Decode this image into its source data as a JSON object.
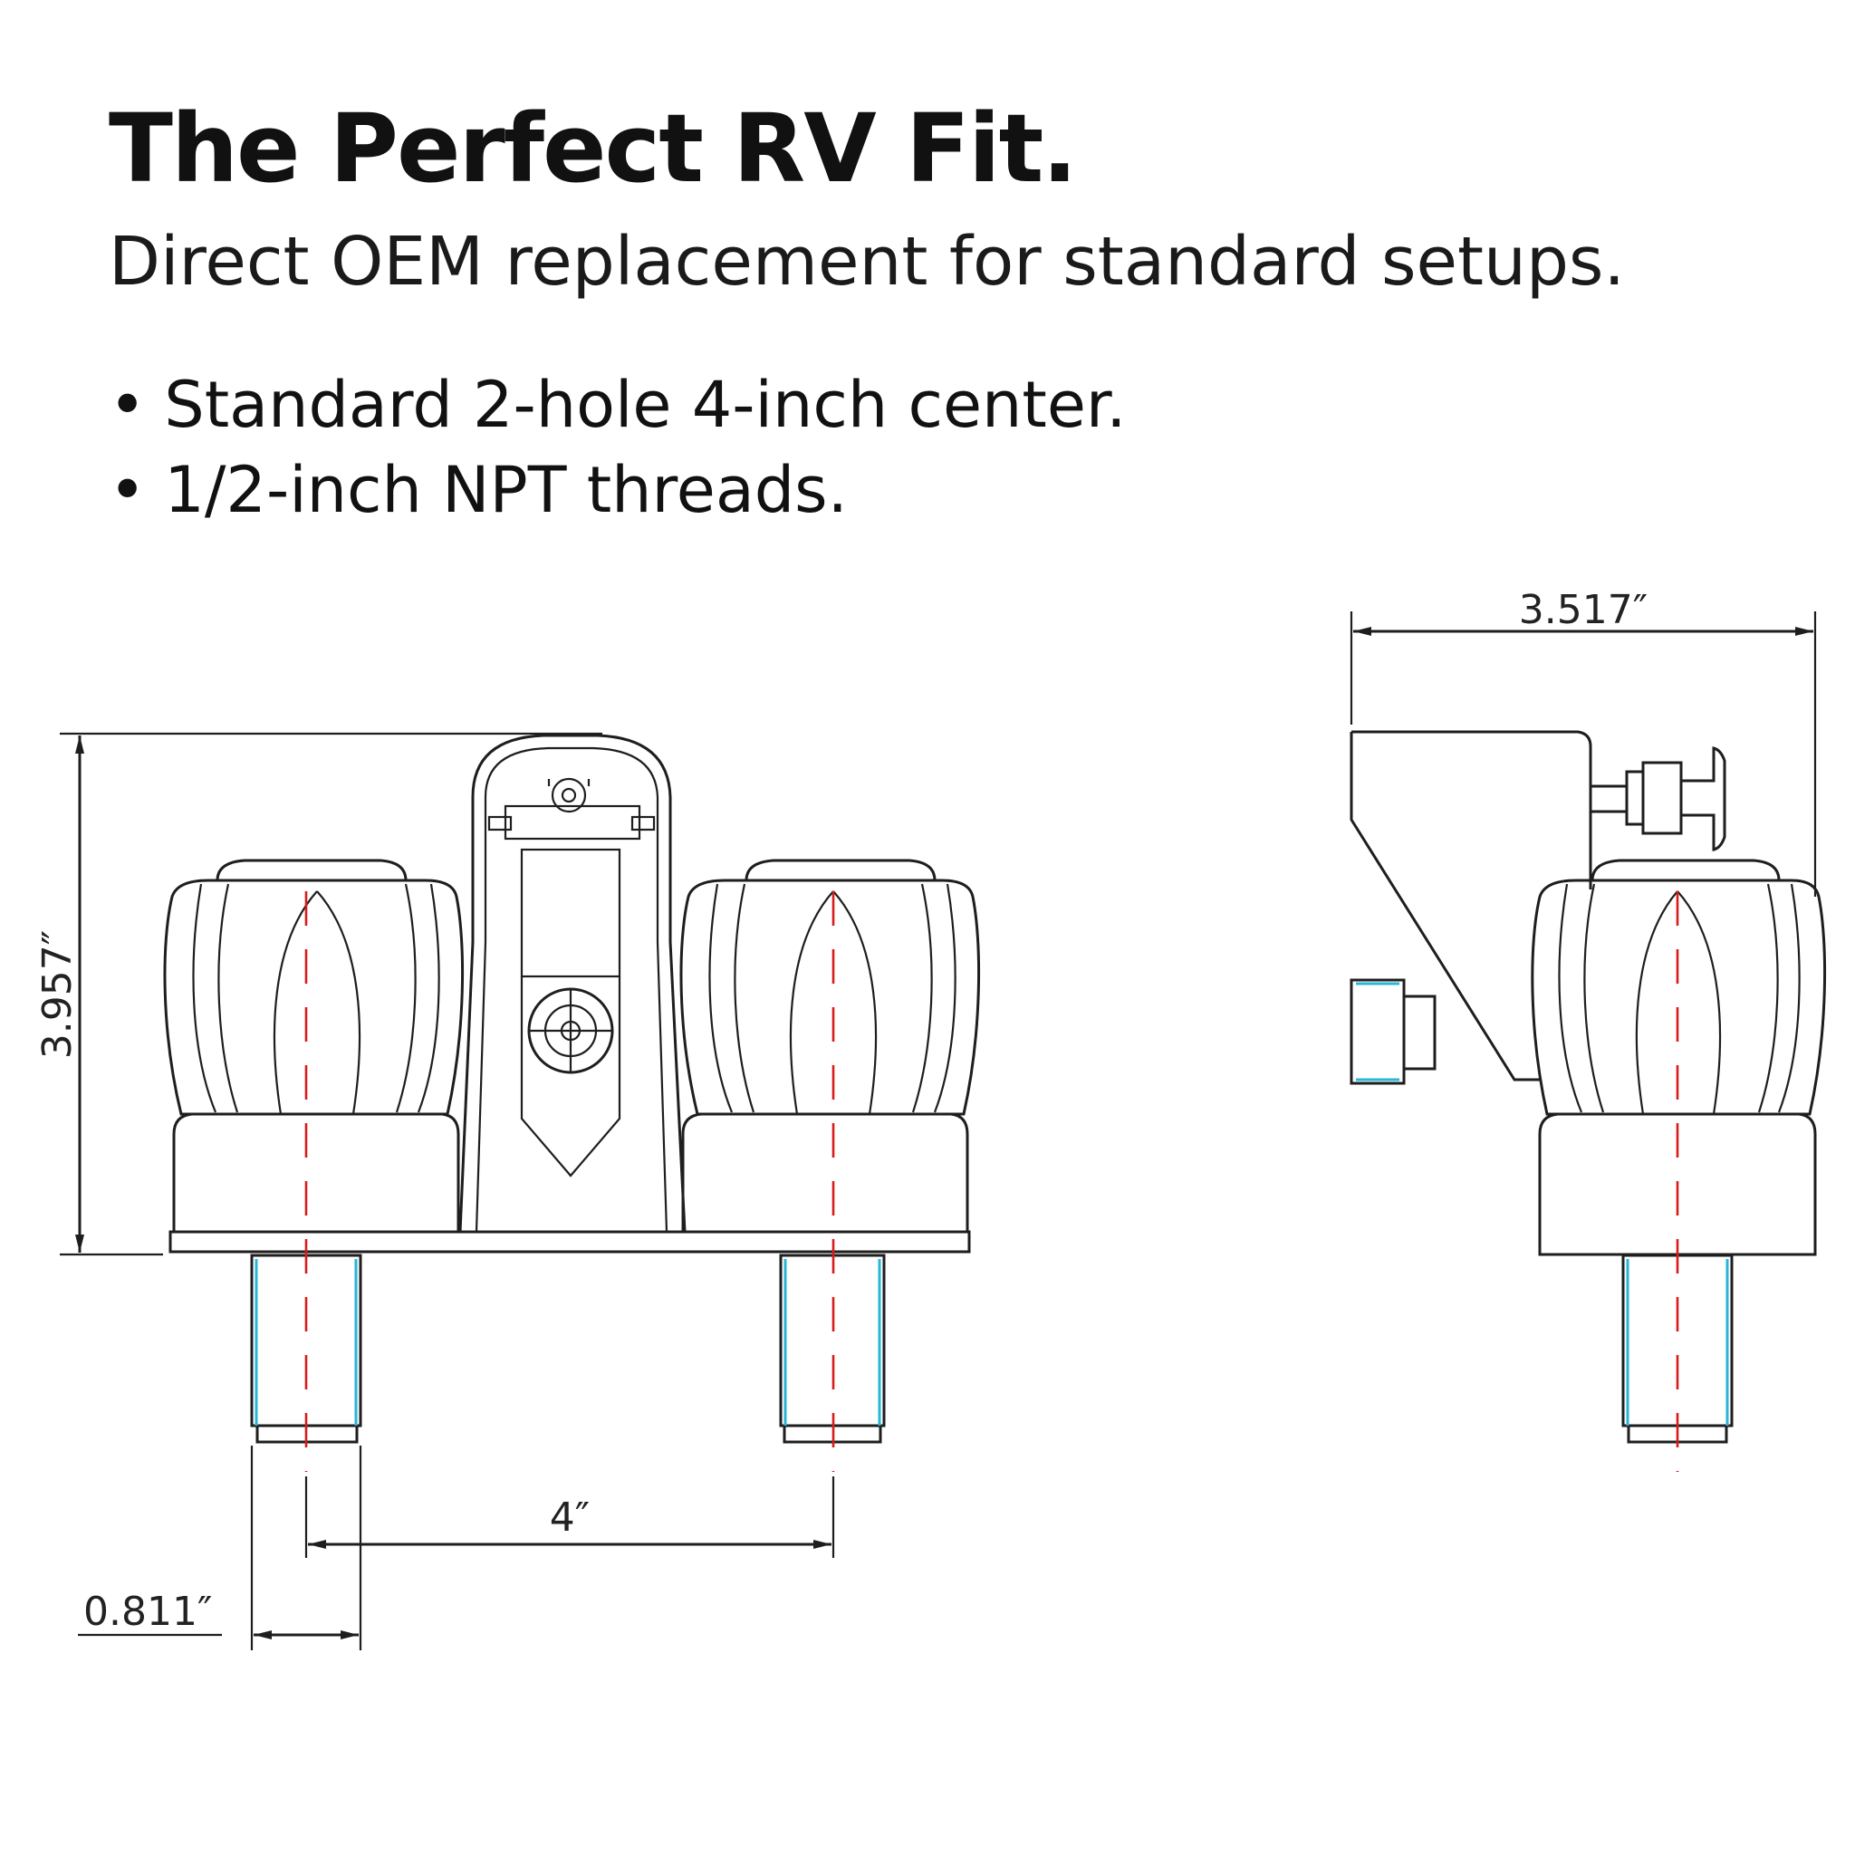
{
  "header": {
    "title": "The Perfect RV Fit.",
    "subtitle": "Direct OEM replacement for standard setups."
  },
  "bullets": [
    "Standard 2-hole 4-inch center.",
    "1/2-inch NPT threads."
  ],
  "dimensions": {
    "height": "3.957″",
    "depth": "3.517″",
    "center_spacing": "4″",
    "shank_diameter": "0.811″"
  },
  "colors": {
    "centerline": "#d81c1c",
    "thread": "#28b6d6",
    "line": "#1e1e1e"
  }
}
